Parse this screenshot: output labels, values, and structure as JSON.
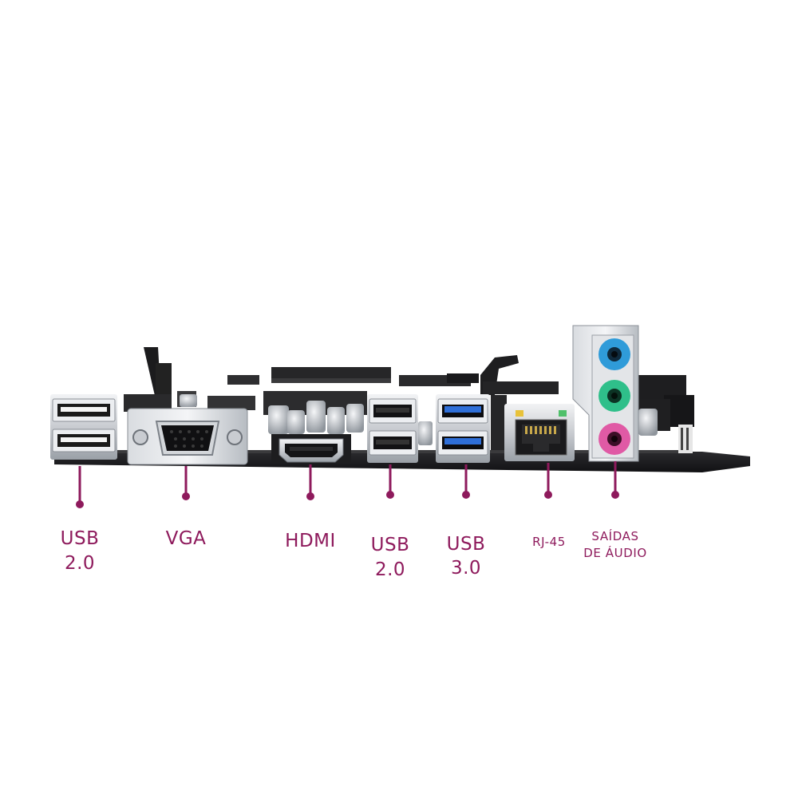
{
  "accent_color": "#8e1a5c",
  "port_colors": {
    "usb3_blue": "#2f6fd8",
    "audio_blue": "#2f9bd9",
    "audio_green": "#2fbf8a",
    "audio_pink": "#e05aa5"
  },
  "labels": {
    "usb_left": {
      "line1": "USB",
      "line2": "2.0"
    },
    "vga": {
      "line1": "VGA"
    },
    "hdmi": {
      "line1": "HDMI"
    },
    "usb_mid": {
      "line1": "USB",
      "line2": "2.0"
    },
    "usb3": {
      "line1": "USB",
      "line2": "3.0"
    },
    "rj45": {
      "line1": "RJ-45"
    },
    "audio": {
      "line1": "SAÍDAS",
      "line2": "DE ÁUDIO"
    }
  }
}
